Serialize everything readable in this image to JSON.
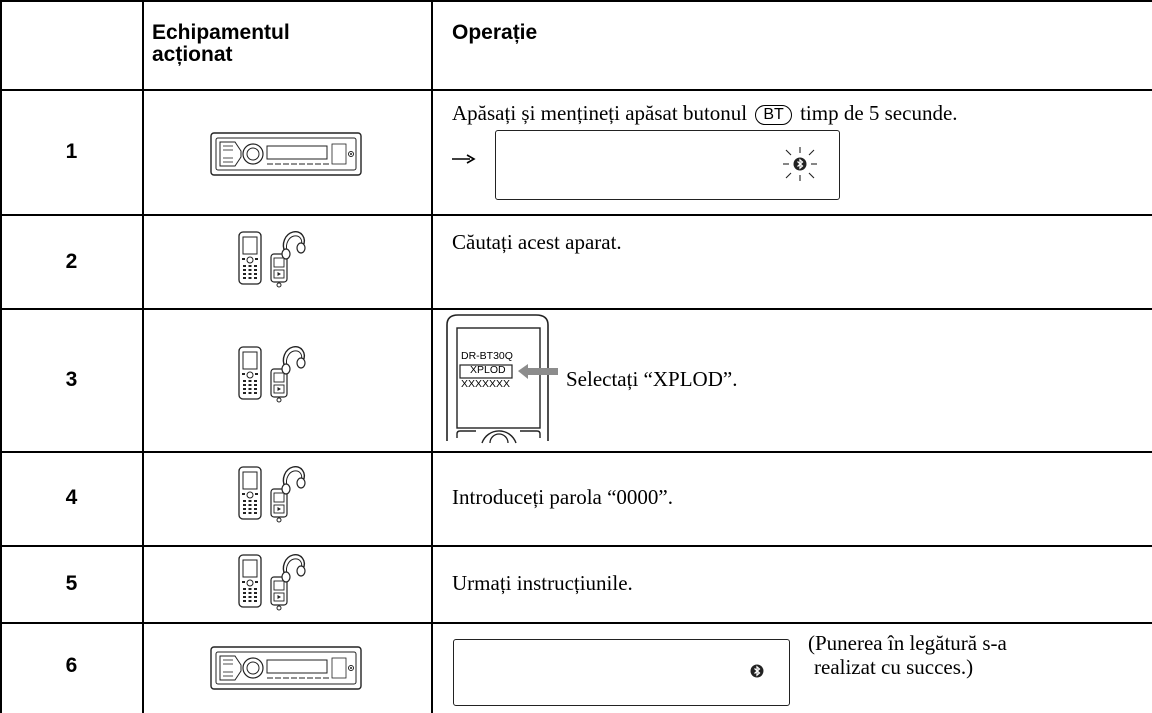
{
  "headers": {
    "equipment_line1": "Echipamentul",
    "equipment_line2": "acționat",
    "operation": "Operație"
  },
  "rows": [
    {
      "number": "1",
      "device": "car-audio-unit",
      "operation_before": "Apăsați și mențineți apăsat butonul",
      "button_label": "BT",
      "operation_after": "timp de 5 secunde.",
      "display_indicator": "bluetooth-blinking-icon"
    },
    {
      "number": "2",
      "device": "phone-and-player",
      "operation": "Căutați acest aparat."
    },
    {
      "number": "3",
      "device": "phone-and-player",
      "phone_list": [
        "DR-BT30Q",
        "XPLOD",
        "XXXXXXX"
      ],
      "operation": "Selectați “XPLOD”."
    },
    {
      "number": "4",
      "device": "phone-and-player",
      "operation": "Introduceți parola “0000”."
    },
    {
      "number": "5",
      "device": "phone-and-player",
      "operation": "Urmați instrucțiunile."
    },
    {
      "number": "6",
      "device": "car-audio-unit",
      "display_indicator": "bluetooth-icon",
      "operation_line1": "(Punerea în legătură s-a",
      "operation_line2": "realizat cu succes.)"
    }
  ]
}
